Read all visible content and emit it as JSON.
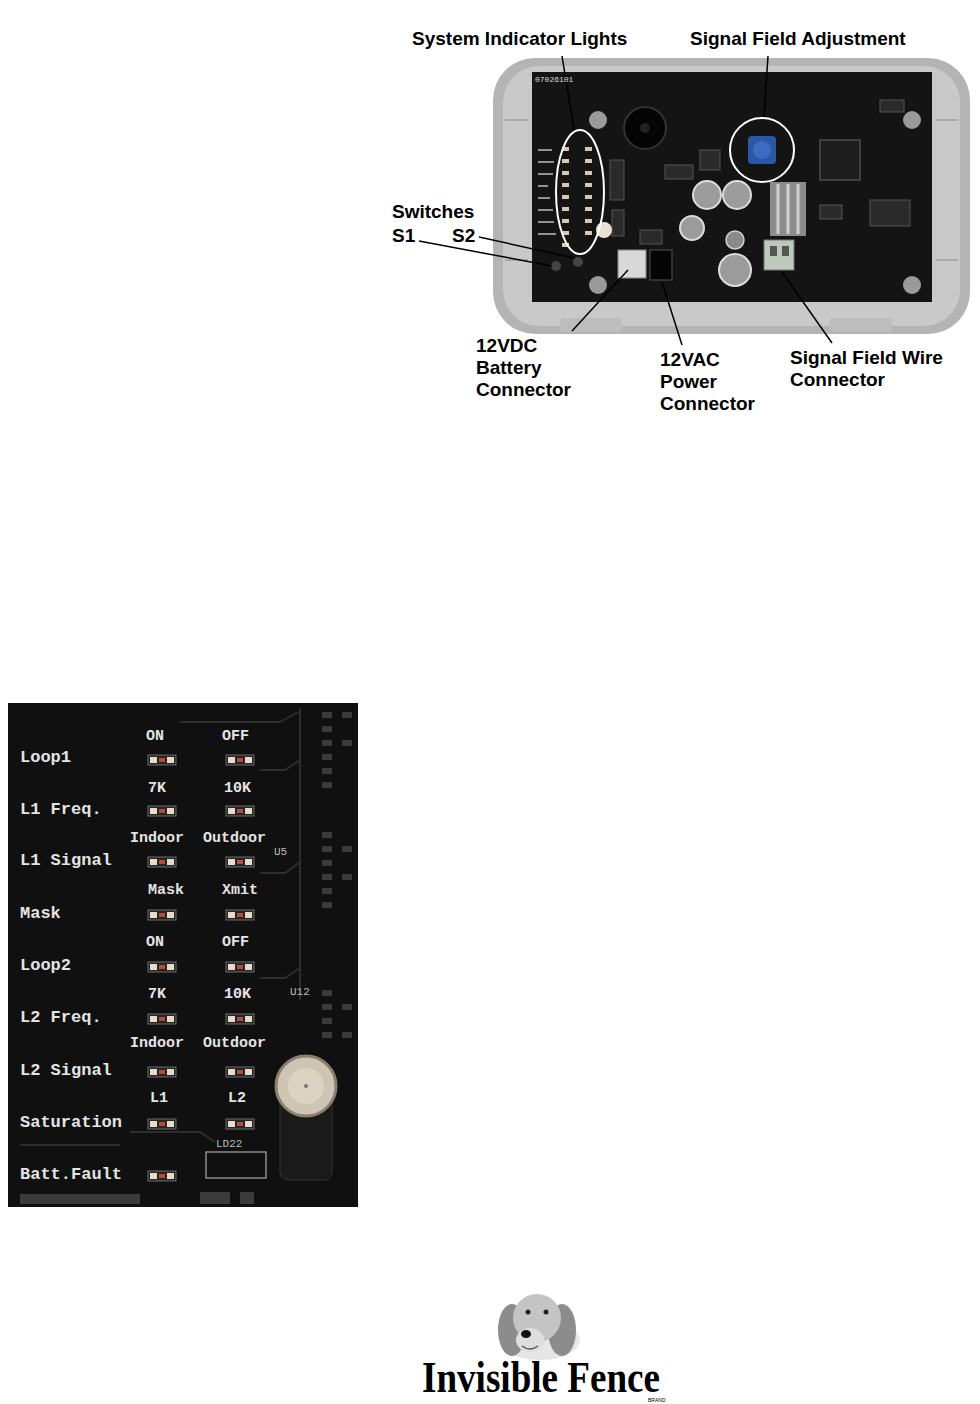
{
  "diagram": {
    "labels": [
      "System Indicator Lights",
      "Signal Field Adjustment",
      "Switches",
      "S1",
      "S2",
      "12VDC Battery Connector",
      "12VAC Power Connector",
      "Signal Field Wire Connector",
      "07026101",
      "ON",
      "OFF",
      "Loop1",
      "7K",
      "10K",
      "L1 Freq.",
      "Indoor",
      "Outdoor",
      "L1 Signal",
      "U5",
      "Mask",
      "Xmit",
      "Mask",
      "ON",
      "OFF",
      "Loop2",
      "7K",
      "10K",
      "U12",
      "L2 Freq.",
      "Indoor",
      "Outdoor",
      "L2 Signal",
      "L1",
      "L2",
      "Saturation",
      "LD22",
      "Batt.Fault",
      "Invisible Fence",
      "BRAND"
    ]
  }
}
